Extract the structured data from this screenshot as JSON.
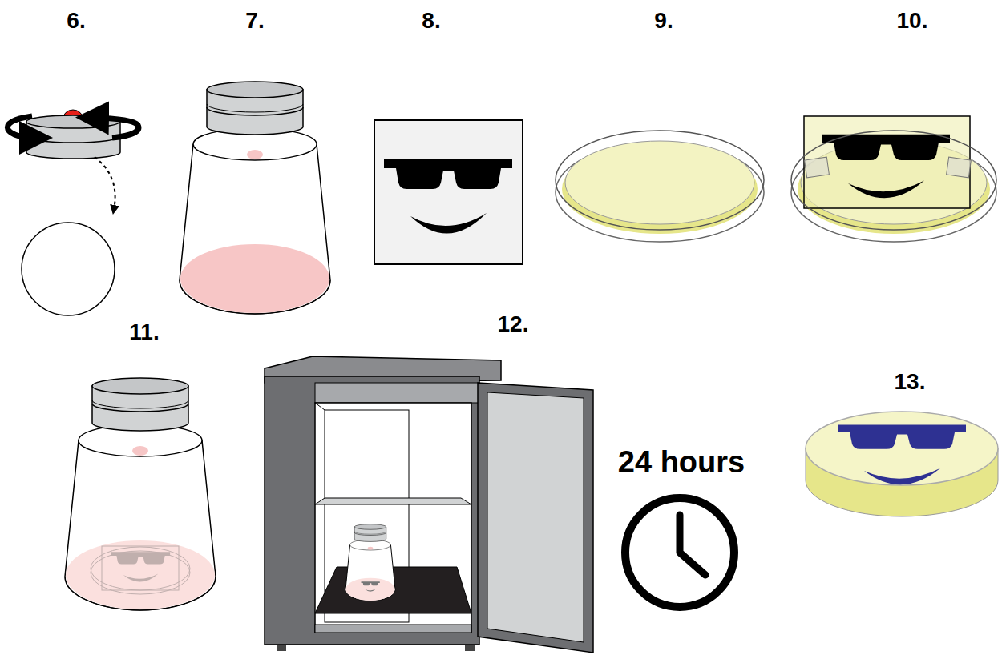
{
  "diagram": {
    "labels": [
      "6.",
      "7.",
      "8.",
      "9.",
      "10.",
      "11.",
      "12.",
      "24 hours",
      "13."
    ]
  }
}
